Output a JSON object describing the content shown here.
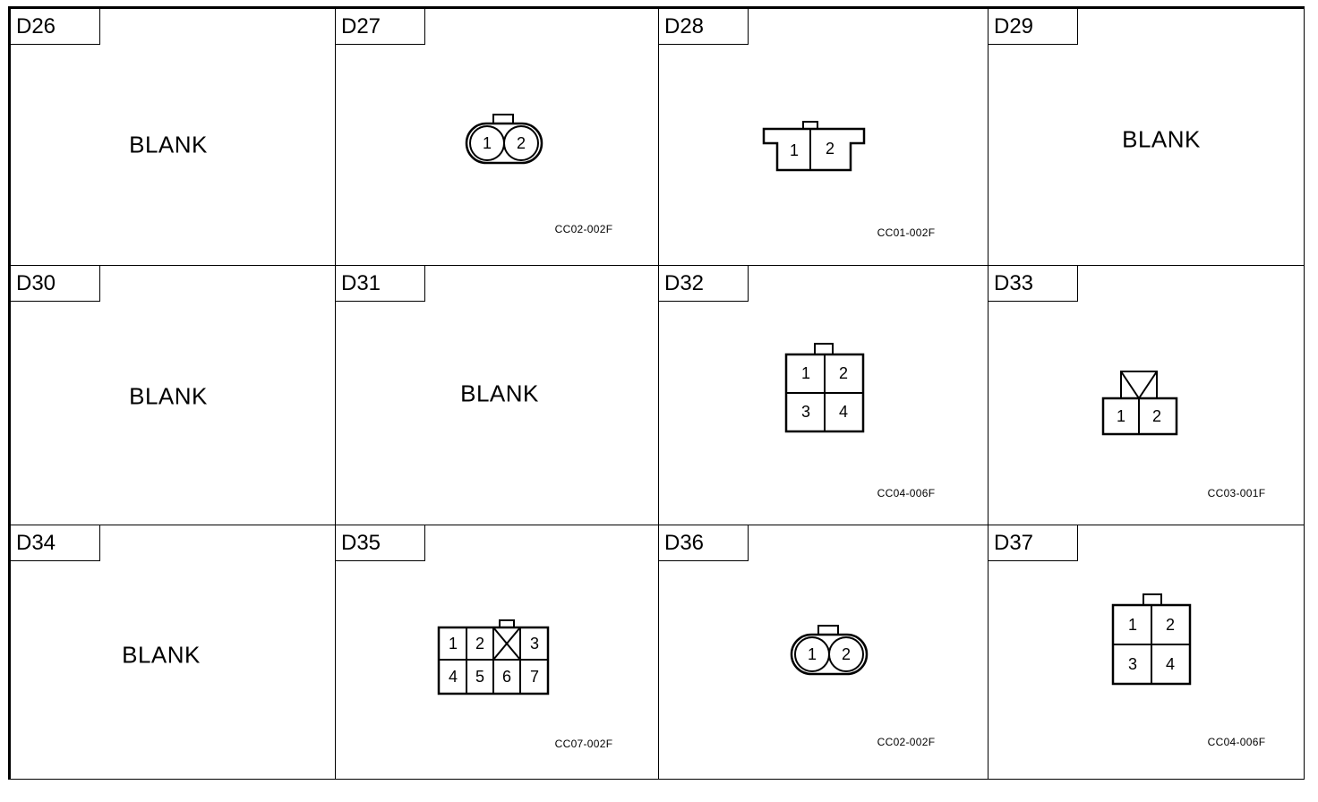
{
  "cells": [
    {
      "id": "D26",
      "blank": "BLANK"
    },
    {
      "id": "D27",
      "code": "CC02-002F",
      "pins": [
        "1",
        "2"
      ]
    },
    {
      "id": "D28",
      "code": "CC01-002F",
      "pins": [
        "1",
        "2"
      ]
    },
    {
      "id": "D29",
      "blank": "BLANK"
    },
    {
      "id": "D30",
      "blank": "BLANK"
    },
    {
      "id": "D31",
      "blank": "BLANK"
    },
    {
      "id": "D32",
      "code": "CC04-006F",
      "pins": [
        "1",
        "2",
        "3",
        "4"
      ]
    },
    {
      "id": "D33",
      "code": "CC03-001F",
      "pins": [
        "1",
        "2"
      ]
    },
    {
      "id": "D34",
      "blank": "BLANK"
    },
    {
      "id": "D35",
      "code": "CC07-002F",
      "pins": [
        "1",
        "2",
        "3",
        "4",
        "5",
        "6",
        "7"
      ]
    },
    {
      "id": "D36",
      "code": "CC02-002F",
      "pins": [
        "1",
        "2"
      ]
    },
    {
      "id": "D37",
      "code": "CC04-006F",
      "pins": [
        "1",
        "2",
        "3",
        "4"
      ]
    }
  ]
}
